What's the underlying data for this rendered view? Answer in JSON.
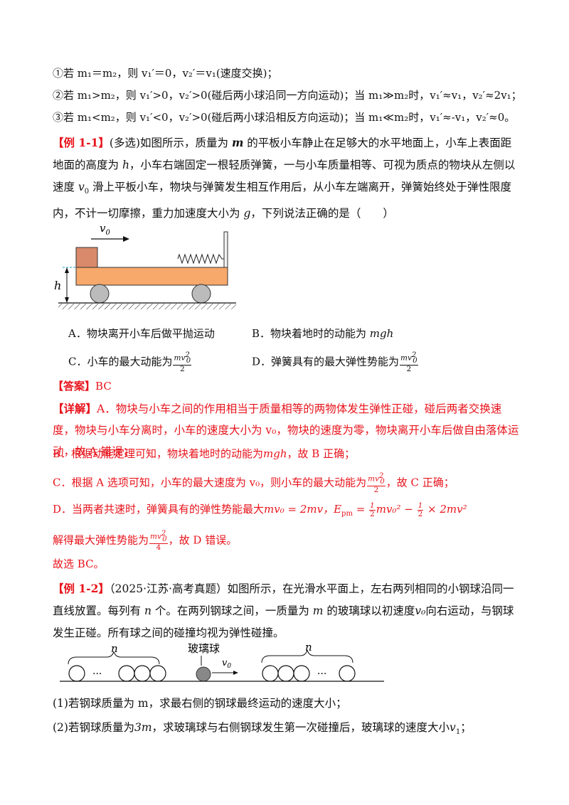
{
  "rules": [
    "①若 m₁＝m₂，则 v₁′＝0，v₂′＝v₁(速度交换)；",
    "②若 m₁>m₂，则 v₁′>0，v₂′>0(碰后两小球沿同一方向运动)；当 m₁≫m₂时，v₁′≈v₁，v₂′≈2v₁；",
    "③若 m₁<m₂，则 v₁′<0，v₂′>0(碰后两小球沿相反方向运动)；当 m₁≪m₂时，v₁′≈-v₁，v₂′≈0。"
  ],
  "example1": {
    "tag": "【例 1-1】",
    "body_1": "(多选)如图所示，质量为 ",
    "m": "m",
    "body_2": " 的平板小车静止在足够大的水平地面上，小车上表面距地面的高度为 ",
    "h": "h",
    "body_3": "，小车右端固定一根轻质弹簧，一与小车质量相等、可视为质点的物块从左侧以速度 ",
    "v0": "v",
    "v0_sub": "0",
    "body_4": " 滑上平板小车，物块与弹簧发生相互作用后，从小车左端离开，弹簧始终处于弹性限度内，不计一切摩擦，重力加速度大小为 ",
    "g": "g",
    "body_5": "，下列说法正确的是（　　）",
    "figure": {
      "v_label": "v",
      "v_sub": "0",
      "h_label": "h"
    },
    "options": {
      "A": "A．物块离开小车后做平抛运动",
      "B_text": "B．物块着地时的动能为 ",
      "B_math": "mgh",
      "C_text": "C．小车的最大动能为",
      "D_text": "D．弹簧具有的最大弹性势能为",
      "frac_num": "mv",
      "frac_sup": "2",
      "frac_sub": "0",
      "frac_den": "2"
    }
  },
  "answer": {
    "label": "【答案】",
    "value": "BC"
  },
  "explanation": {
    "label": "【详解】",
    "A_text": "A．物块与小车之间的作用相当于质量相等的两物体发生弹性正碰，碰后两者交换速度，物块与小车分离时，小车的速度大小为 v₀，物块的速度为零，物块离开小车后做自由落体运动，故 A 错误；",
    "B_text_1": "B．根据动能定理可知，物块着地时的动能为",
    "B_math": "mgh",
    "B_text_2": "，故 B 正确；",
    "C_text_1": "C．根据 A 选项可知，小车的最大速度为 v₀，则小车的最大动能为",
    "C_text_2": "，故 C 正确；",
    "D_text_1": "D．当两者共速时，弹簧具有的弹性势能最大",
    "D_math_1": "mv₀ = 2mv，",
    "D_math_2": "E",
    "D_math_2_sub": "pm",
    "D_math_3": " = ",
    "D_math_4": "mv₀² − ",
    "D_math_5": " × 2mv²",
    "half": "1",
    "half_den": "2",
    "E_text_1": "解得最大弹性势能为",
    "E_frac_den": "4",
    "E_text_2": "，故 D 错误。",
    "conclusion": "故选 BC。"
  },
  "example2": {
    "tag": "【例 1-2】",
    "body_1": "（2025·江苏·高考真题）如图所示，在光滑水平面上，左右两列相同的小钢球沿同一直线放置。每列有 ",
    "n": "n",
    "body_2": " 个。在两列钢球之间，一质量为 ",
    "m": "m",
    "body_3": " 的玻璃球以初速度",
    "v0": "v₀",
    "body_4": "向右运动，与钢球发生正碰。所有球之间的碰撞均视为弹性碰撞。",
    "figure": {
      "n_left": "n",
      "n_right": "n",
      "glass_label": "玻璃球",
      "v_label": "v",
      "v_sub": "0",
      "dots": "···"
    },
    "q1": "(1)若钢球质量为 m，求最右侧的钢球最终运动的速度大小；",
    "q2_1": "(2)若钢球质量为",
    "q2_math": "3m",
    "q2_2": "，求玻璃球与右侧钢球发生第一次碰撞后，玻璃球的速度大小",
    "q2_v": "v",
    "q2_sub": "1",
    "q2_3": "；"
  },
  "colors": {
    "red": "#e8141c",
    "cart": "#f7a86b",
    "block": "#d98a6a",
    "wheel": "#bbbbbb",
    "glass": "#888888"
  }
}
